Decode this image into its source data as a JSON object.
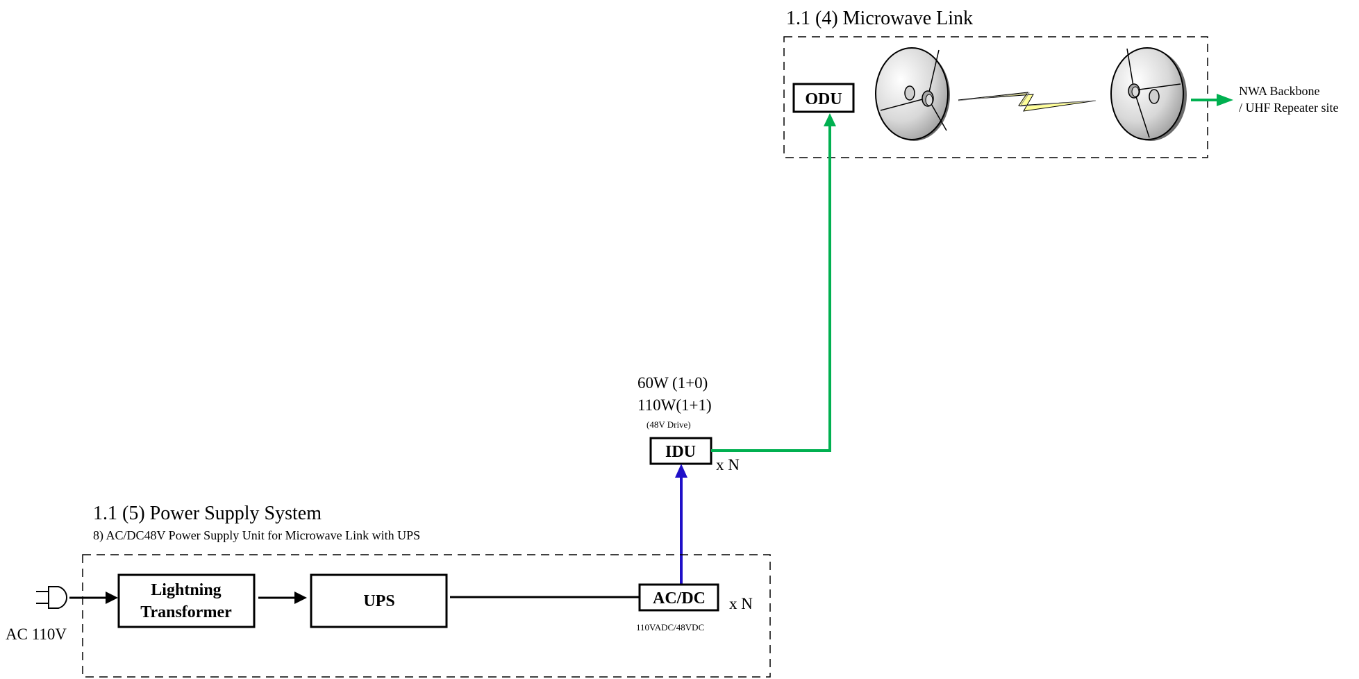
{
  "microwave": {
    "title": "1.1 (4) Microwave Link",
    "odu_label": "ODU",
    "destination_line1": "NWA Backbone",
    "destination_line2": "/ UHF Repeater site"
  },
  "idu": {
    "power_1": "60W (1+0)",
    "power_2": "110W(1+1)",
    "drive_note": "(48V Drive)",
    "label": "IDU",
    "multiplier": "x N"
  },
  "power_supply": {
    "title": "1.1 (5) Power Supply System",
    "subtitle": "8) AC/DC48V Power Supply Unit for Microwave Link with UPS",
    "input_label": "AC 110V",
    "lightning_line1": "Lightning",
    "lightning_line2": "Transformer",
    "ups_label": "UPS",
    "acdc_label": "AC/DC",
    "acdc_note": "110VADC/48VDC",
    "acdc_multiplier": "x N"
  },
  "icons": {
    "plug": "power-plug-icon",
    "dish": "microwave-dish-icon",
    "radio_link": "lightning-bolt-icon"
  },
  "colors": {
    "data_link": "#00b050",
    "power_link": "#1f0fc8",
    "line": "#000000",
    "bolt_fill": "#ffff99"
  }
}
